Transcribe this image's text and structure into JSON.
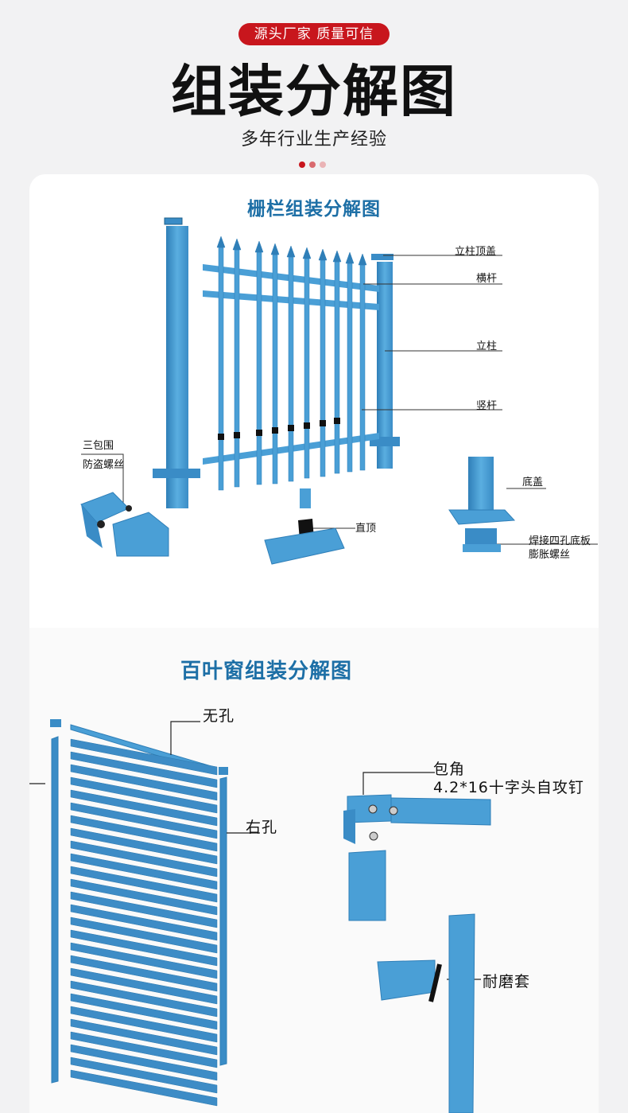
{
  "header": {
    "badge": "源头厂家 质量可信",
    "title": "组装分解图",
    "subtitle": "多年行业生产经验"
  },
  "colors": {
    "brand_red": "#c8161d",
    "title_blue": "#1d6fa6",
    "part_blue": "#4a9fd6",
    "part_blue_dark": "#2f7fb8"
  },
  "fence_section": {
    "title": "栅栏组装分解图",
    "labels": {
      "post_cap": "立柱顶盖",
      "rail": "横杆",
      "post": "立柱",
      "picket": "竖杆",
      "wrap": "三包围",
      "anti_theft_screw": "防盗螺丝",
      "flat_top": "直顶",
      "base_cap": "底盖",
      "base_plate": "焊接四孔底板",
      "expansion_bolt": "膨胀螺丝"
    }
  },
  "louver_section": {
    "title": "百叶窗组装分解图",
    "labels": {
      "no_hole": "无孔",
      "right_hole": "右孔",
      "corner_wrap": "包角",
      "screw_spec": "4.2*16十字头自攻钉",
      "wear_sleeve": "耐磨套"
    }
  }
}
